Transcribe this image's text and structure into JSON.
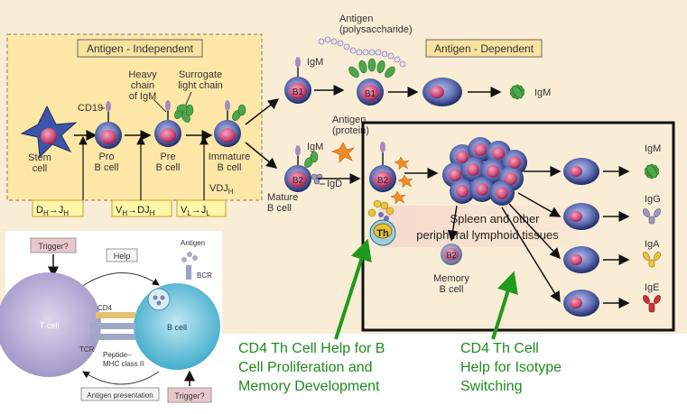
{
  "headers": {
    "independent": "Antigen - Independent",
    "dependent": "Antigen - Dependent"
  },
  "labels": {
    "stem_cell": [
      "Stem",
      "cell"
    ],
    "cd19": "CD19",
    "pro_b": [
      "Pro",
      "B cell"
    ],
    "heavy_chain": [
      "Heavy",
      "chain",
      "of IgM"
    ],
    "surrogate": [
      "Surrogate",
      "light chain"
    ],
    "pre_b": [
      "Pre",
      "B cell"
    ],
    "immature_b": [
      "Immature",
      "B cell"
    ],
    "vdj": "VDJ",
    "vdj_sub": "H",
    "antigen_poly": [
      "Antigen",
      "(polysaccharide)"
    ],
    "antigen_protein": [
      "Antigen",
      "(protein)"
    ],
    "igm": "IgM",
    "igd": "IgD",
    "b1": "B1",
    "b2": "B2",
    "mature_b": [
      "Mature",
      "B cell"
    ],
    "th": "Th",
    "spleen": [
      "Spleen and other",
      "peripheral lymphoid tissues"
    ],
    "memory_b": [
      "Memory",
      "B cell"
    ],
    "isotypes": [
      "IgM",
      "IgG",
      "IgA",
      "IgE"
    ]
  },
  "gene_boxes": [
    {
      "a": "D",
      "as": "H",
      "b": "J",
      "bs": "H"
    },
    {
      "a": "V",
      "as": "H",
      "b": "DJ",
      "bs": "H"
    },
    {
      "a": "V",
      "as": "L",
      "b": "J",
      "bs": "L"
    }
  ],
  "inset": {
    "trigger_top": "Trigger?",
    "help": "Help",
    "antigen": "Antigen",
    "bcr": "BCR",
    "cd4": "CD4",
    "tcr": "TCR",
    "t_cell": "T cell",
    "b_cell": "B cell",
    "peptide_mhc": [
      "Peptide–",
      "MHC class II"
    ],
    "antigen_presentation": "Antigen presentation",
    "trigger_bottom": "Trigger?"
  },
  "annotations": {
    "help_proliferation": [
      "CD4 Th Cell Help for B",
      "Cell Proliferation and",
      "Memory Development"
    ],
    "help_isotype": [
      "CD4 Th Cell",
      "Help for Isotype",
      "Switching"
    ]
  },
  "colors": {
    "background": "#f9edd6",
    "independent_box": "#fde7a6",
    "green_arrow": "#1f9a1f",
    "cell_dark": "#2f3a78",
    "cell_mid": "#7986c4",
    "nucleus": "#d4557e",
    "stem_cell": "#3d55a8",
    "ig_green": "#4aa84a",
    "igg": "#9a9ac8",
    "iga": "#e8c43a",
    "ige": "#cc3333",
    "antigen_orange": "#f08a2a",
    "spleen_band": "#f2c7b6"
  }
}
